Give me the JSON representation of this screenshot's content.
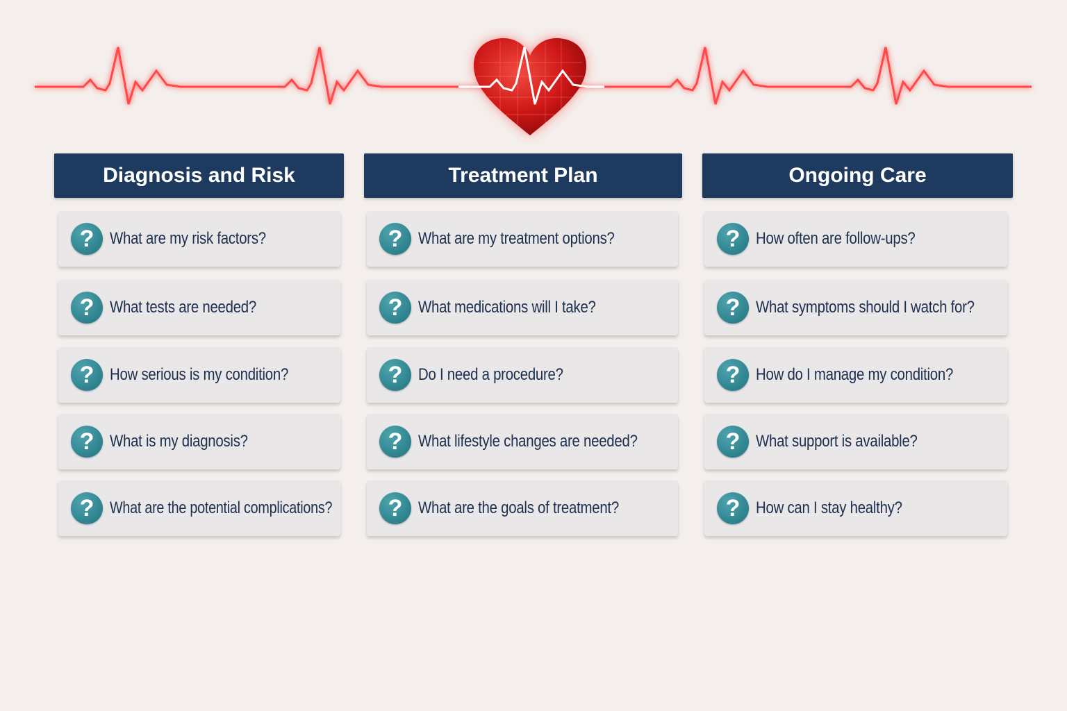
{
  "colors": {
    "header_bg": "#1f3a5f",
    "accent_red": "#e02525",
    "icon_teal": "#2a8590",
    "text": "#1d2f4f"
  },
  "icons": {
    "banner": "heart-with-ecg-icon",
    "question": "question-mark-icon"
  },
  "columns": [
    {
      "title": "Diagnosis and Risk",
      "questions": [
        "What are my risk factors?",
        "What tests are needed?",
        "How serious is my condition?",
        "What is my diagnosis?",
        "What are the potential complications?"
      ]
    },
    {
      "title": "Treatment Plan",
      "questions": [
        "What are my treatment options?",
        "What medications will I take?",
        "Do I need a procedure?",
        "What lifestyle changes are needed?",
        "What are the goals of treatment?"
      ]
    },
    {
      "title": "Ongoing Care",
      "questions": [
        "How often are follow-ups?",
        "What symptoms should I watch for?",
        "How do I manage my condition?",
        "What support is available?",
        "How can I stay healthy?"
      ]
    }
  ]
}
